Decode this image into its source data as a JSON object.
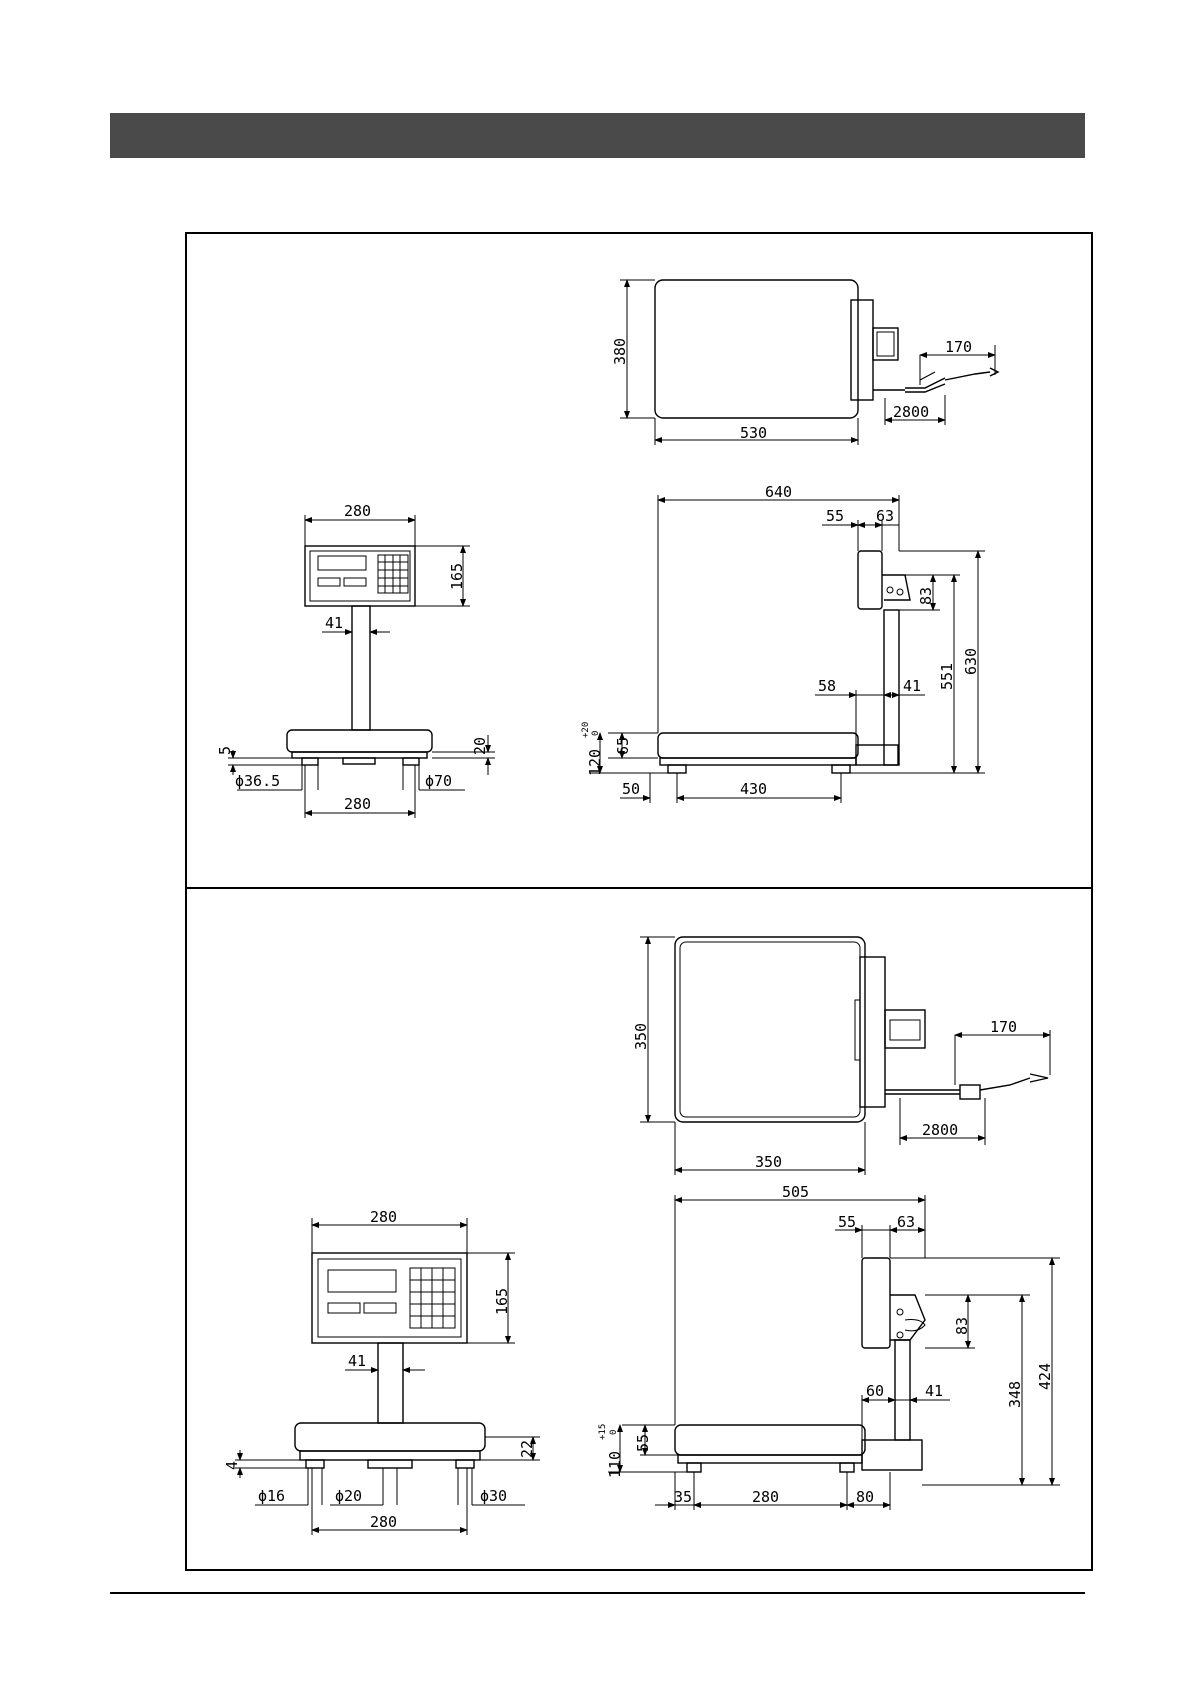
{
  "header": {
    "title": ""
  },
  "models": [
    {
      "top_view": {
        "depth": "380",
        "width": "530",
        "cable_length": "2800",
        "cable_tail": "170"
      },
      "side_view": {
        "overall_length": "640",
        "display_offset": "55",
        "display_depth": "63",
        "display_height": "83",
        "pole_offset": "58",
        "pole_width": "41",
        "height_to_display": "551",
        "overall_height": "630",
        "platform_height": "65",
        "base_height": "120",
        "height_tolerance_upper": "+20",
        "height_tolerance_lower": "0",
        "front_overhang": "50",
        "foot_span": "430"
      },
      "front_view": {
        "display_width": "280",
        "display_height": "165",
        "pole_width": "41",
        "foot_clearance": "5",
        "platform_thickness": "20",
        "foot_dia": "ϕ36.5",
        "pad_dia": "ϕ70",
        "foot_span": "280"
      }
    },
    {
      "top_view": {
        "depth": "350",
        "width": "350",
        "cable_length": "2800",
        "cable_tail": "170"
      },
      "side_view": {
        "overall_length": "505",
        "display_offset": "55",
        "display_depth": "63",
        "display_height": "83",
        "pole_offset": "60",
        "pole_width": "41",
        "height_to_display": "348",
        "overall_height": "424",
        "platform_height": "55",
        "base_height": "110",
        "height_tolerance_upper": "+15",
        "height_tolerance_lower": "0",
        "front_overhang": "35",
        "foot_span": "280",
        "rear_depth": "80"
      },
      "front_view": {
        "display_width": "280",
        "display_height": "165",
        "pole_width": "41",
        "foot_clearance": "4",
        "platform_thickness": "22",
        "foot_dia": "ϕ16",
        "center_dia": "ϕ20",
        "pad_dia": "ϕ30",
        "foot_span": "280"
      }
    }
  ]
}
